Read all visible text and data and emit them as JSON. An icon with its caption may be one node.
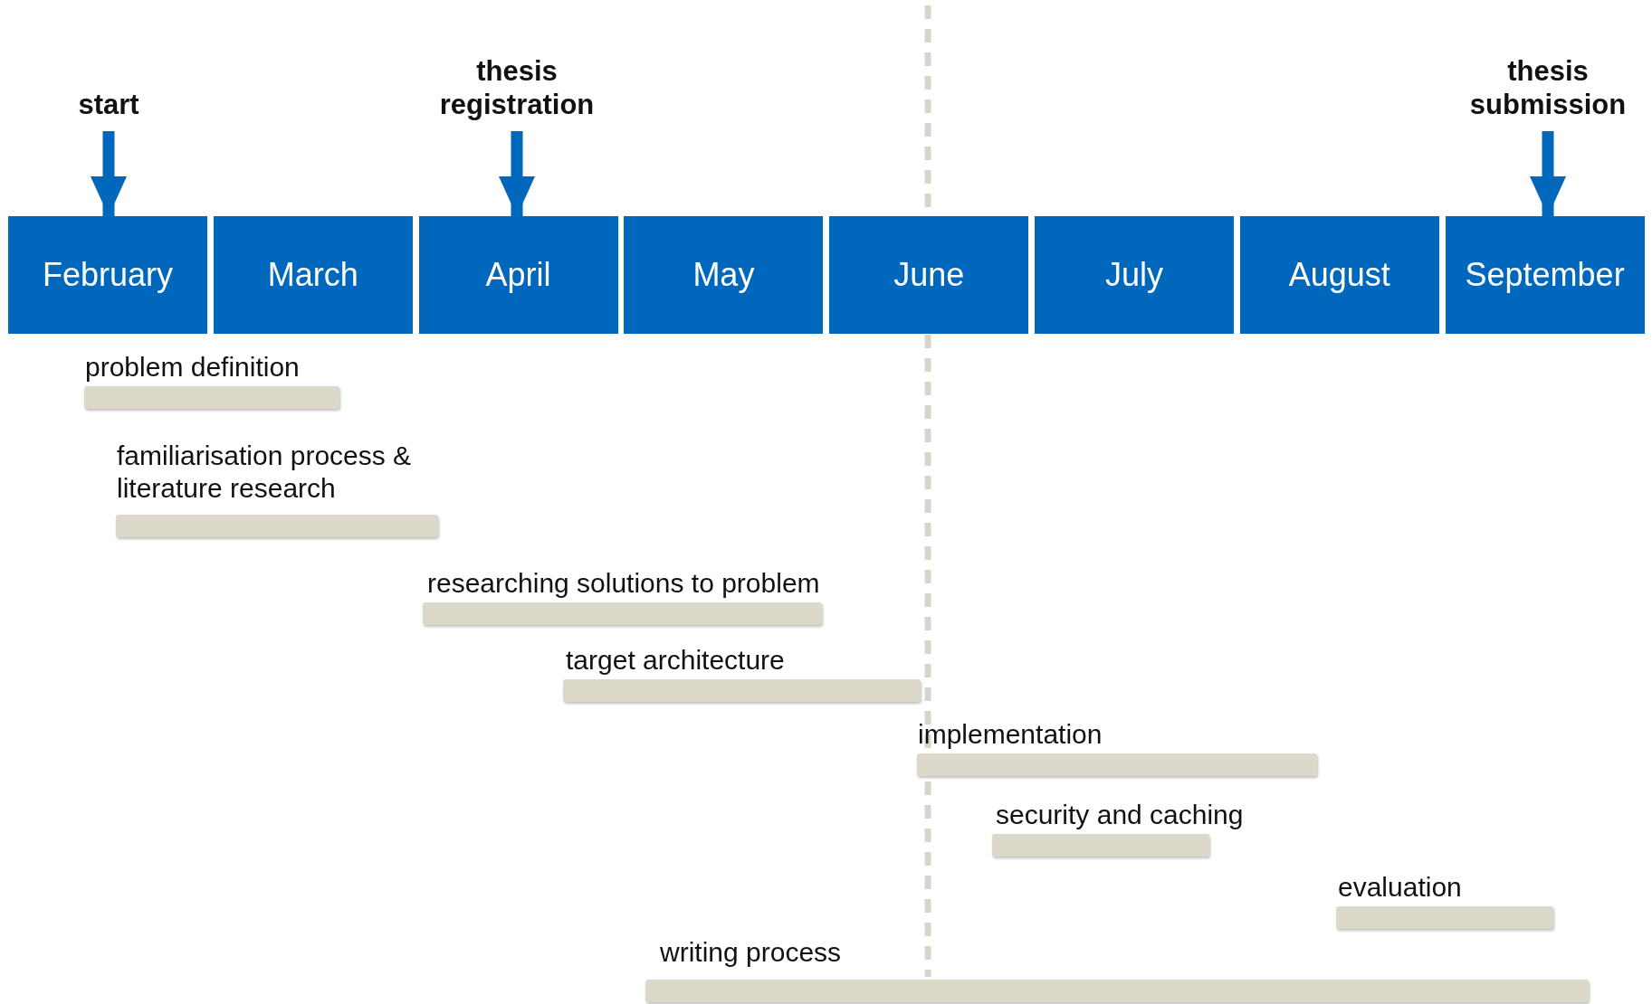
{
  "diagram": {
    "nodes": [
      {
        "text": [
          "start"
        ]
      },
      {
        "text": [
          "thesis registration"
        ]
      },
      {
        "text": [
          "thesis submission"
        ]
      },
      {
        "text": [
          "February"
        ]
      },
      {
        "text": [
          "March"
        ]
      },
      {
        "text": [
          "April"
        ]
      },
      {
        "text": [
          "May"
        ]
      },
      {
        "text": [
          "June"
        ]
      },
      {
        "text": [
          "July"
        ]
      },
      {
        "text": [
          "August"
        ]
      },
      {
        "text": [
          "September"
        ]
      },
      {
        "text": [
          "problem definition"
        ]
      },
      {
        "text": [
          "familiarisation process & literature research"
        ]
      },
      {
        "text": [
          "researching solutions to problem"
        ]
      },
      {
        "text": [
          "target architecture"
        ]
      },
      {
        "text": [
          "implementation"
        ]
      },
      {
        "text": [
          "security and caching"
        ]
      },
      {
        "text": [
          "evaluation"
        ]
      },
      {
        "text": [
          "writing process"
        ]
      }
    ],
    "edges": [
      {
        "from": 0,
        "to": 3,
        "arrow": "to"
      },
      {
        "from": 1,
        "to": 5,
        "arrow": "to"
      },
      {
        "from": 2,
        "to": 10,
        "arrow": "to"
      }
    ]
  }
}
